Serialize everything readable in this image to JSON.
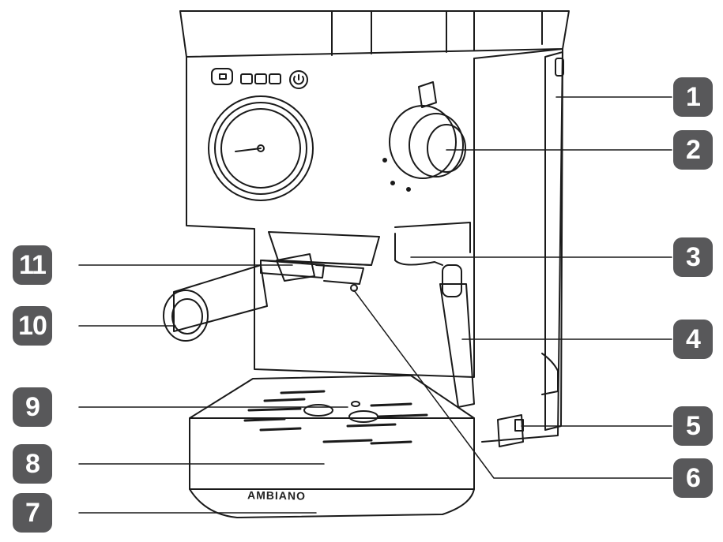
{
  "diagram": {
    "brand_text": "AMBIANO",
    "callouts": [
      {
        "label": "1",
        "side": "right"
      },
      {
        "label": "2",
        "side": "right"
      },
      {
        "label": "3",
        "side": "right"
      },
      {
        "label": "4",
        "side": "right"
      },
      {
        "label": "5",
        "side": "right"
      },
      {
        "label": "6",
        "side": "right"
      },
      {
        "label": "7",
        "side": "left"
      },
      {
        "label": "8",
        "side": "left"
      },
      {
        "label": "9",
        "side": "left"
      },
      {
        "label": "10",
        "side": "left"
      },
      {
        "label": "11",
        "side": "left"
      }
    ],
    "colors": {
      "badge": "#58585a",
      "badge_text": "#ffffff",
      "line": "#1a1a1a"
    }
  }
}
